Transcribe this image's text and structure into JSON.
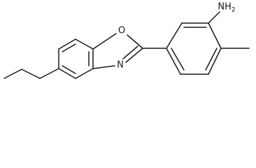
{
  "molecule": {
    "atoms": {
      "oxygen": "O",
      "nitrogen": "N",
      "amine": {
        "element": "NH",
        "subscript": "2"
      }
    }
  }
}
